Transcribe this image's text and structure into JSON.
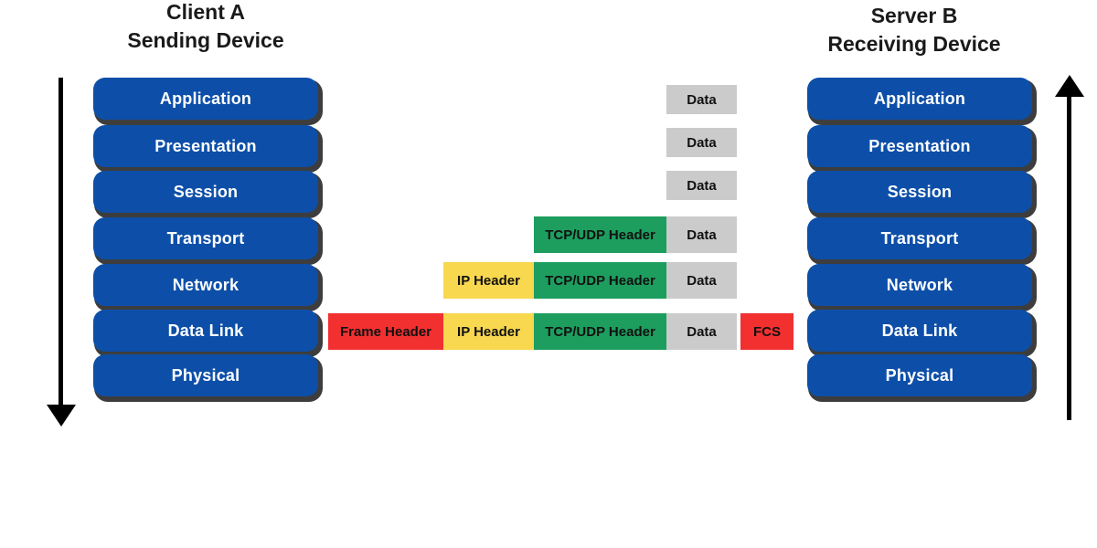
{
  "left_device": {
    "title_line1": "Client A",
    "title_line2": "Sending Device"
  },
  "right_device": {
    "title_line1": "Server B",
    "title_line2": "Receiving Device"
  },
  "layers": [
    "Application",
    "Presentation",
    "Session",
    "Transport",
    "Network",
    "Data Link",
    "Physical"
  ],
  "colors": {
    "layer_blue": "#0d4fa8",
    "box_shadow_gray": "#3d3d3d",
    "data_gray": "#cbcbcb",
    "tcp_udp_green": "#1d9e5f",
    "ip_yellow": "#f8d84e",
    "frame_fcs_red": "#f23030",
    "arrow_black": "#000000",
    "title_text": "#1a1a1a"
  },
  "encapsulation": {
    "rows": [
      {
        "segments": [
          {
            "type": "data",
            "label": "Data"
          }
        ]
      },
      {
        "segments": [
          {
            "type": "data",
            "label": "Data"
          }
        ]
      },
      {
        "segments": [
          {
            "type": "data",
            "label": "Data"
          }
        ]
      },
      {
        "segments": [
          {
            "type": "tcp_udp_header",
            "label": "TCP/UDP Header"
          },
          {
            "type": "data",
            "label": "Data"
          }
        ]
      },
      {
        "segments": [
          {
            "type": "ip_header",
            "label": "IP Header"
          },
          {
            "type": "tcp_udp_header",
            "label": "TCP/UDP Header"
          },
          {
            "type": "data",
            "label": "Data"
          }
        ]
      },
      {
        "segments": [
          {
            "type": "frame_header",
            "label": "Frame Header"
          },
          {
            "type": "ip_header",
            "label": "IP Header"
          },
          {
            "type": "tcp_udp_header",
            "label": "TCP/UDP Header"
          },
          {
            "type": "data",
            "label": "Data"
          },
          {
            "type": "fcs",
            "label": "FCS"
          }
        ]
      }
    ]
  }
}
